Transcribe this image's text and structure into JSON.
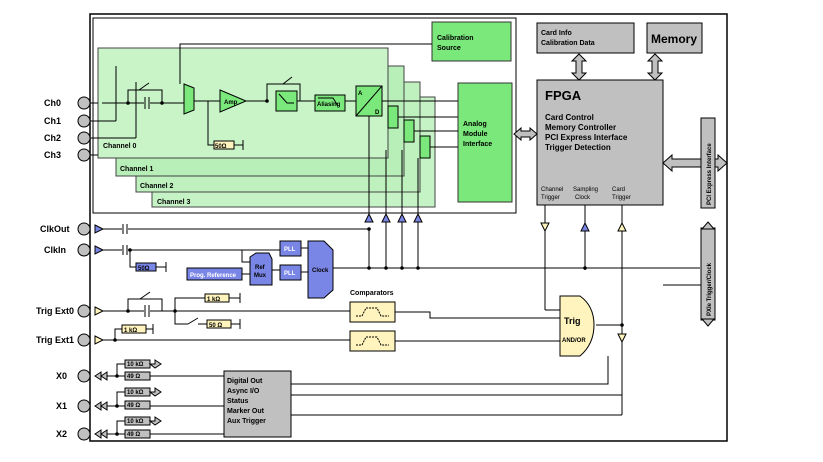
{
  "inputs": {
    "ch0": "Ch0",
    "ch1": "Ch1",
    "ch2": "Ch2",
    "ch3": "Ch3",
    "clkout": "ClkOut",
    "clkin": "ClkIn",
    "trig_ext0": "Trig Ext0",
    "trig_ext1": "Trig Ext1",
    "x0": "X0",
    "x1": "X1",
    "x2": "X2"
  },
  "channels": {
    "ch0": "Channel 0",
    "ch1": "Channel 1",
    "ch2": "Channel 2",
    "ch3": "Channel 3"
  },
  "analog": {
    "amp": "Amp",
    "aliasing": "Aliasing",
    "adc_a": "A",
    "adc_d": "D",
    "res_50": "50Ω"
  },
  "calibration": {
    "line1": "Calibration",
    "line2": "Source"
  },
  "analog_module": {
    "line1": "Analog",
    "line2": "Module",
    "line3": "Interface"
  },
  "card_info": {
    "line1": "Card Info",
    "line2": "Calibration Data"
  },
  "memory": "Memory",
  "fpga": {
    "title": "FPGA",
    "func1": "Card Control",
    "func2": "Memory Controller",
    "func3": "PCI Express Interface",
    "func4": "Trigger Detection",
    "channel_trigger_1": "Channel",
    "channel_trigger_2": "Trigger",
    "sampling_clock_1": "Sampling",
    "sampling_clock_2": "Clock",
    "card_trigger_1": "Card",
    "card_trigger_2": "Trigger"
  },
  "pci_express": "PCI Express Interface",
  "pxie_trigger": "PXIe Trigger/Clock",
  "clock": {
    "res_50": "50Ω",
    "prog_ref": "Prog. Reference",
    "ref_mux_1": "Ref",
    "ref_mux_2": "Mux",
    "pll": "PLL",
    "clock": "Clock"
  },
  "trigger": {
    "res_1k_a": "1 kΩ",
    "res_50": "50 Ω",
    "res_1k_b": "1 kΩ",
    "comparators": "Comparators",
    "trig": "Trig",
    "andor": "AND/OR"
  },
  "digital": {
    "res_10k": "10 kΩ",
    "res_49": "49 Ω",
    "func1": "Digital Out",
    "func2": "Async I/O",
    "func3": "Status",
    "func4": "Marker Out",
    "func5": "Aux Trigger"
  },
  "colors": {
    "green_light": "#cff5cf",
    "green_card": "#b6f0b6",
    "green_bright": "#7ae87a",
    "gray": "#c0c0c0",
    "blue": "#7a86e6",
    "yellow": "#fff4bd"
  }
}
